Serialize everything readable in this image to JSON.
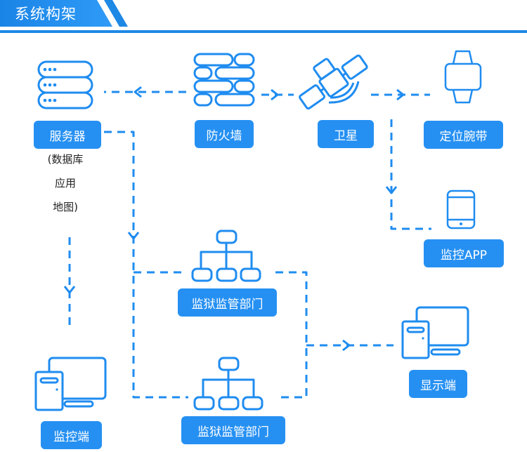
{
  "header": {
    "title": "系统构架"
  },
  "colors": {
    "primary": "#2690f2",
    "header_blue": "#1e88e5",
    "line": "#1f8cf0"
  },
  "nodes": {
    "server": {
      "label": "服务器",
      "icon": "server-icon",
      "notes": [
        "(数据库",
        "应用",
        "地图)"
      ]
    },
    "firewall": {
      "label": "防火墙",
      "icon": "firewall-icon"
    },
    "satellite": {
      "label": "卫星",
      "icon": "satellite-icon"
    },
    "wristband": {
      "label": "定位腕带",
      "icon": "smartwatch-icon"
    },
    "app": {
      "label": "监控APP",
      "icon": "tablet-icon"
    },
    "dept1": {
      "label": "监狱监管部门",
      "icon": "org-chart-icon"
    },
    "dept2": {
      "label": "监狱监管部门",
      "icon": "org-chart-icon"
    },
    "display": {
      "label": "显示端",
      "icon": "desktop-computer-icon"
    },
    "monitor": {
      "label": "监控端",
      "icon": "desktop-computer-icon"
    }
  },
  "connections": [
    {
      "from": "firewall",
      "to": "server"
    },
    {
      "from": "firewall",
      "to": "satellite"
    },
    {
      "from": "satellite",
      "to": "wristband"
    },
    {
      "from": "satellite",
      "to": "app"
    },
    {
      "from": "server",
      "to": "dept1"
    },
    {
      "from": "server",
      "to": "dept2"
    },
    {
      "from": "server",
      "to": "monitor"
    },
    {
      "from": "dept1",
      "to": "display"
    },
    {
      "from": "dept2",
      "to": "display"
    }
  ]
}
